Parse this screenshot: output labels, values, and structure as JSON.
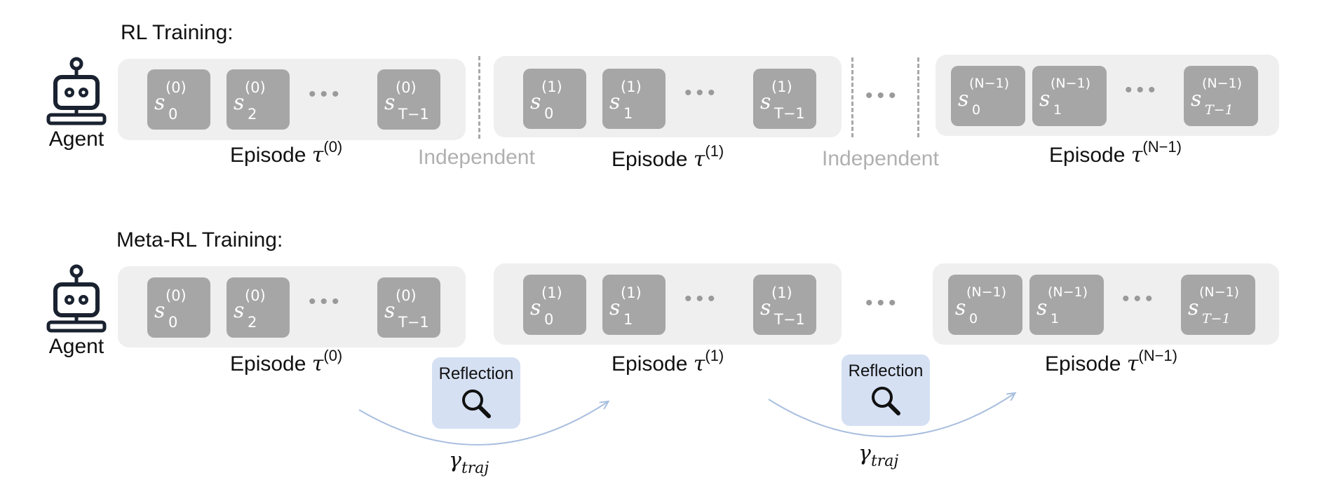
{
  "rl": {
    "title": "RL Training:",
    "agent_label": "Agent",
    "episodes": [
      {
        "label": "Episode",
        "tau": "τ",
        "sup": "(0)",
        "states": [
          {
            "s": "s",
            "sup": "(0)",
            "sub": "0"
          },
          {
            "s": "s",
            "sup": "(0)",
            "sub": "2"
          },
          {
            "s": "s",
            "sup": "(0)",
            "sub": "T−1"
          }
        ]
      },
      {
        "label": "Episode",
        "tau": "τ",
        "sup": "(1)",
        "states": [
          {
            "s": "s",
            "sup": "(1)",
            "sub": "0"
          },
          {
            "s": "s",
            "sup": "(1)",
            "sub": "1"
          },
          {
            "s": "s",
            "sup": "(1)",
            "sub": "T−1"
          }
        ]
      },
      {
        "label": "Episode",
        "tau": "τ",
        "sup": "(N−1)",
        "states": [
          {
            "s": "s",
            "sup": "(N−1)",
            "sub": "0"
          },
          {
            "s": "s",
            "sup": "(N−1)",
            "sub": "1"
          },
          {
            "s": "s",
            "sup": "(N−1)",
            "sub": "T−1"
          }
        ]
      }
    ],
    "dots": "•••",
    "independent": "Independent"
  },
  "meta": {
    "title": "Meta-RL Training:",
    "agent_label": "Agent",
    "episodes": [
      {
        "label": "Episode",
        "tau": "τ",
        "sup": "(0)",
        "states": [
          {
            "s": "s",
            "sup": "(0)",
            "sub": "0"
          },
          {
            "s": "s",
            "sup": "(0)",
            "sub": "2"
          },
          {
            "s": "s",
            "sup": "(0)",
            "sub": "T−1"
          }
        ]
      },
      {
        "label": "Episode",
        "tau": "τ",
        "sup": "(1)",
        "states": [
          {
            "s": "s",
            "sup": "(1)",
            "sub": "0"
          },
          {
            "s": "s",
            "sup": "(1)",
            "sub": "1"
          },
          {
            "s": "s",
            "sup": "(1)",
            "sub": "T−1"
          }
        ]
      },
      {
        "label": "Episode",
        "tau": "τ",
        "sup": "(N−1)",
        "states": [
          {
            "s": "s",
            "sup": "(N−1)",
            "sub": "0"
          },
          {
            "s": "s",
            "sup": "(N−1)",
            "sub": "1"
          },
          {
            "s": "s",
            "sup": "(N−1)",
            "sub": "T−1"
          }
        ]
      }
    ],
    "dots": "•••",
    "reflection_label": "Reflection",
    "gamma": "γ",
    "gamma_sub": "traj"
  },
  "icons": {
    "agent": "robot-icon",
    "reflection": "magnifier-icon"
  },
  "colors": {
    "episode_bg": "#efefef",
    "state_bg": "#a6a6a6",
    "reflection_bg": "#d5e0f3",
    "arrow": "#a9bfdf",
    "independent_text": "#b0b0b0"
  }
}
